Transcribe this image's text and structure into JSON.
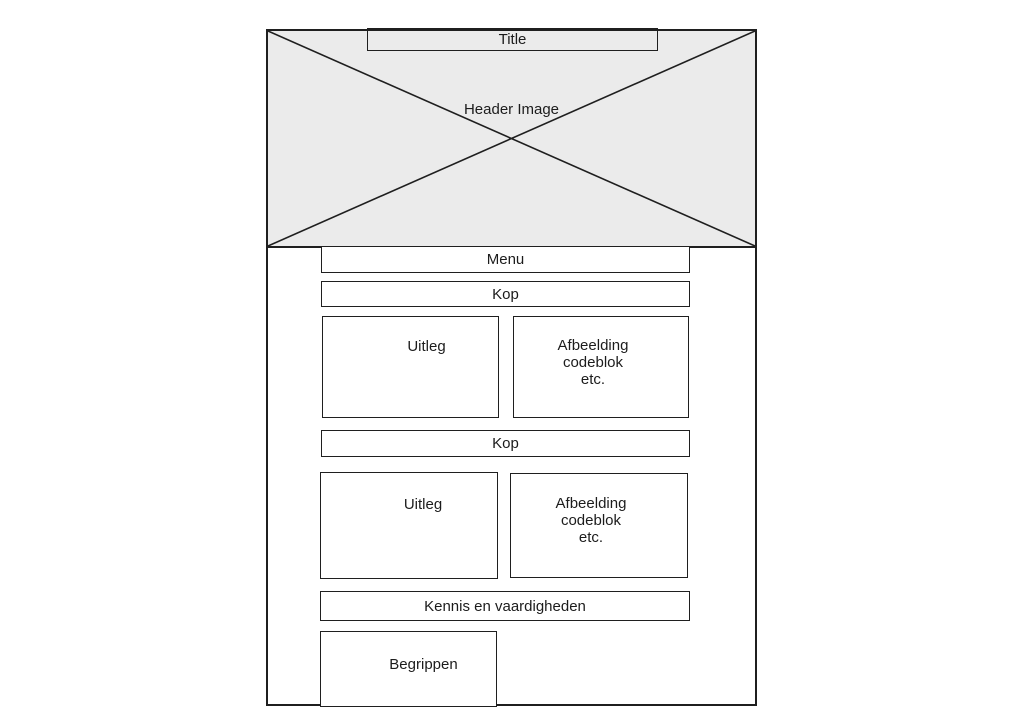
{
  "canvas": {
    "background": "#ffffff"
  },
  "colors": {
    "header_fill": "#ebebeb",
    "stroke": "#1f1f1f",
    "text": "#1c1c1c"
  },
  "blocks": {
    "title": "Title",
    "header_image": "Header Image",
    "menu": "Menu",
    "section1": {
      "heading": "Kop",
      "explain": "Uitleg",
      "media": [
        "Afbeelding",
        "codeblok",
        "etc."
      ]
    },
    "section2": {
      "heading": "Kop",
      "explain": "Uitleg",
      "media": [
        "Afbeelding",
        "codeblok",
        "etc."
      ]
    },
    "skills_bar": "Kennis en vaardigheden",
    "terms_box": "Begrippen"
  }
}
